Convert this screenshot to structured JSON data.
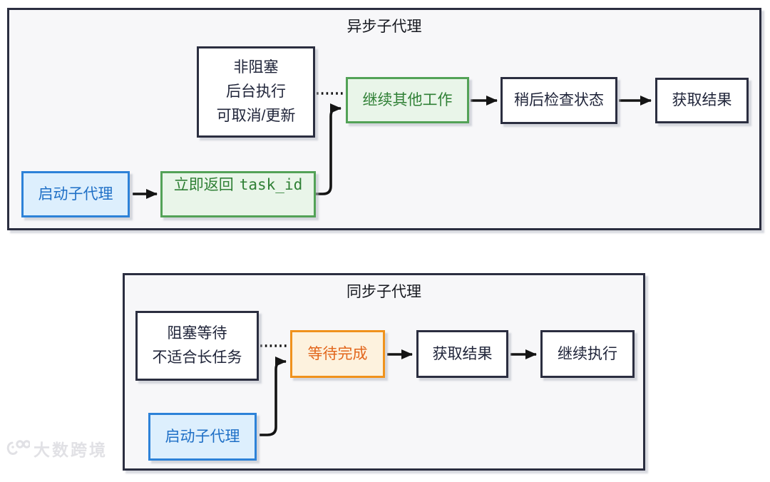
{
  "async": {
    "title": "异步子代理",
    "nodes": {
      "note": {
        "line1": "非阻塞",
        "line2": "后台执行",
        "line3": "可取消/更新"
      },
      "start": {
        "label": "启动子代理"
      },
      "return_task": {
        "label_cn": "立即返回",
        "label_code": "task_id"
      },
      "continue_other": {
        "label": "继续其他工作"
      },
      "check_status": {
        "label": "稍后检查状态"
      },
      "get_result": {
        "label": "获取结果"
      }
    }
  },
  "sync": {
    "title": "同步子代理",
    "nodes": {
      "note": {
        "line1": "阻塞等待",
        "line2": "不适合长任务"
      },
      "start": {
        "label": "启动子代理"
      },
      "wait_complete": {
        "label": "等待完成"
      },
      "get_result": {
        "label": "获取结果"
      },
      "continue_exec": {
        "label": "继续执行"
      }
    }
  },
  "watermark": {
    "logo_icon": "100-smiley-logo",
    "text": "大数跨境"
  },
  "colors": {
    "container_border": "#2b2e40",
    "container_fill": "#f7f7f9",
    "plain_fill": "#ffffff",
    "text_dark": "#20253a",
    "blue_fill": "#ddeffd",
    "blue_border": "#2d82d8",
    "blue_text": "#1e6fc6",
    "green_fill": "#e9f5e9",
    "green_border": "#53a257",
    "green_text": "#2f8035",
    "orange_fill": "#fdf2de",
    "orange_border": "#f0921c",
    "orange_text": "#e2661c",
    "arrow": "#141414"
  }
}
